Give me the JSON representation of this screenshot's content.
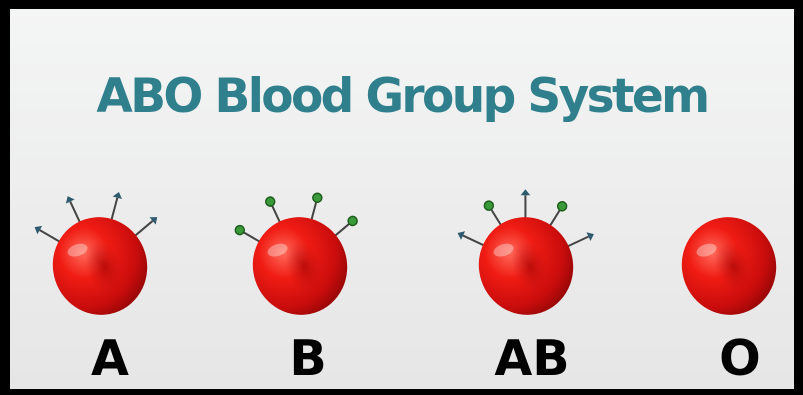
{
  "title": "ABO Blood Group System",
  "colors": {
    "title": "#2f7f8c",
    "cell": "#e01414",
    "antigen_a": "#2e5b6e",
    "antigen_b": "#3a9a3a"
  },
  "cells": [
    {
      "label": "A",
      "antigens": [
        "A-antigen",
        "A-antigen",
        "A-antigen",
        "A-antigen"
      ]
    },
    {
      "label": "B",
      "antigens": [
        "B-antigen",
        "B-antigen",
        "B-antigen",
        "B-antigen"
      ]
    },
    {
      "label": "AB",
      "antigens": [
        "A-antigen",
        "B-antigen",
        "A-antigen",
        "B-antigen",
        "A-antigen"
      ]
    },
    {
      "label": "O",
      "antigens": []
    }
  ]
}
